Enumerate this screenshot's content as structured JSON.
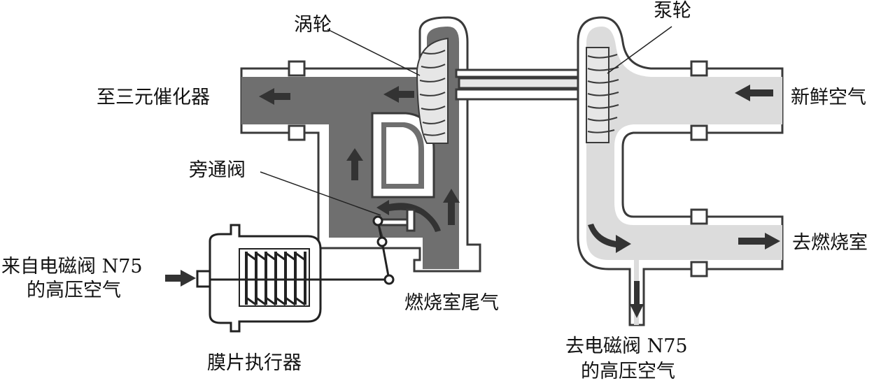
{
  "labels": {
    "turbine": "涡轮",
    "compressor": "泵轮",
    "to_catalyst": "至三元催化器",
    "fresh_air": "新鲜空气",
    "bypass_valve": "旁通阀",
    "from_solenoid_line1": "来自电磁阀 N75",
    "from_solenoid_line2": "的高压空气",
    "exhaust": "燃烧室尾气",
    "to_combustion": "去燃烧室",
    "to_solenoid_line1": "去电磁阀 N75",
    "to_solenoid_line2": "的高压空气",
    "actuator": "膜片执行器"
  },
  "colors": {
    "exhaust_gas": "#6f6f6f",
    "intake_air": "#dcdcdc",
    "pipe_wall": "#ffffff",
    "outline": "#3a3a3a",
    "arrow": "#333333"
  }
}
